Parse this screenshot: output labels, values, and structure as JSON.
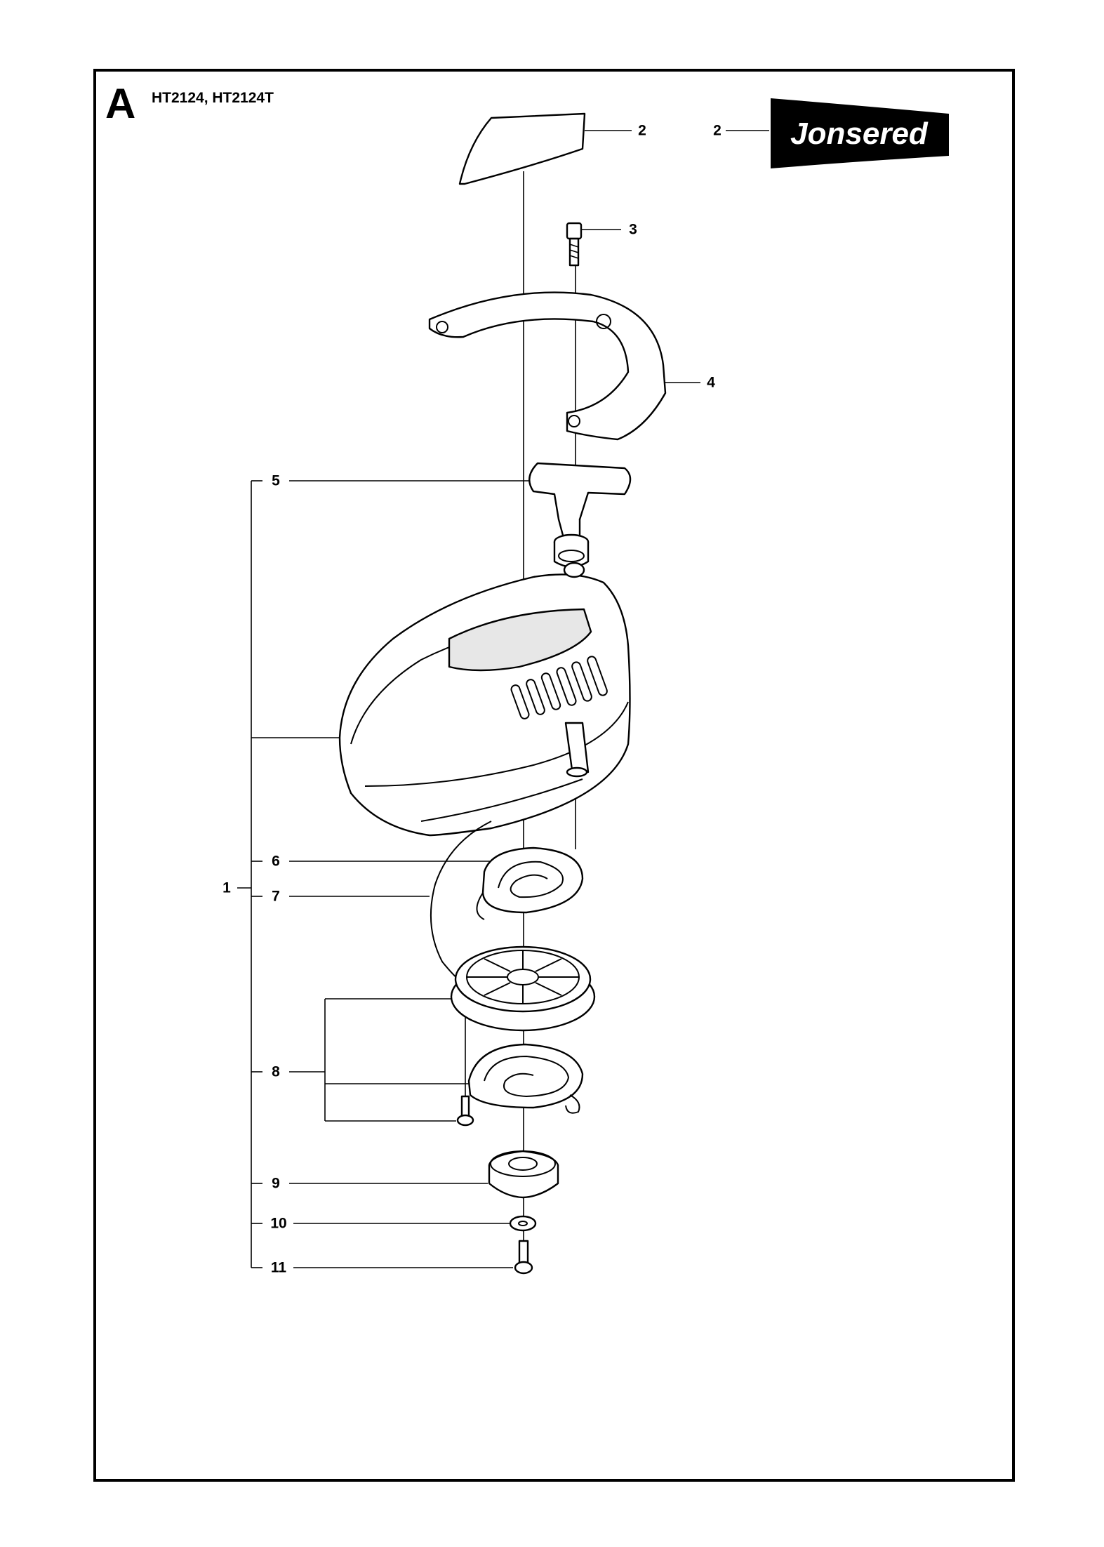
{
  "header": {
    "section": "A",
    "models": "HT2124, HT2124T"
  },
  "brand": {
    "logo_text": "Jonsered",
    "logo_color": "#000000"
  },
  "callouts": [
    "1",
    "2",
    "2",
    "3",
    "4",
    "5",
    "6",
    "7",
    "8",
    "9",
    "10",
    "11"
  ]
}
